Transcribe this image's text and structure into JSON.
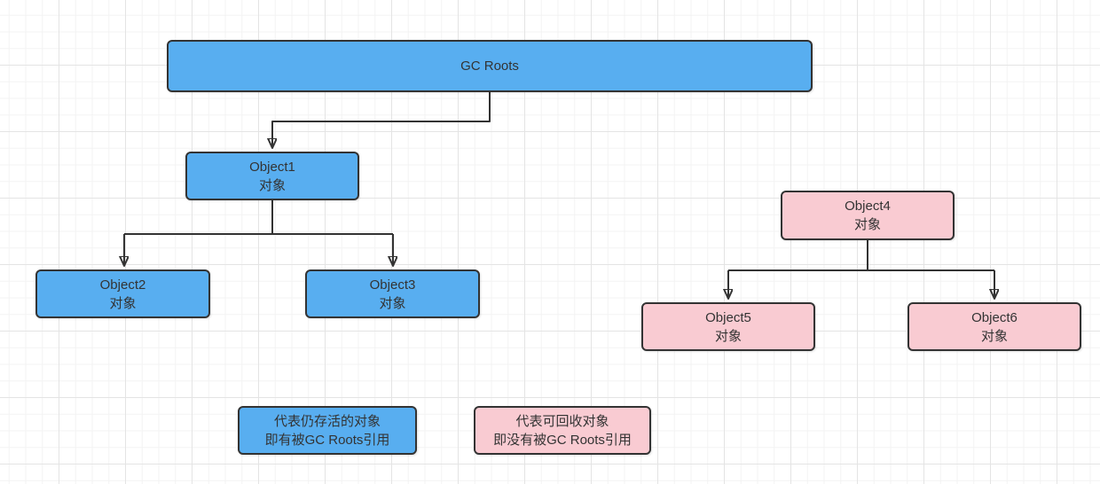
{
  "diagram": {
    "kind": "gc-reachability-flowchart",
    "colors": {
      "alive_fill": "#58AEF0",
      "recyclable_fill": "#F9CBD2",
      "border": "#333333",
      "connector": "#333333",
      "text": "#333333",
      "grid_minor": "#f3f3f3",
      "grid_major": "#e4e4e4",
      "background": "#ffffff"
    },
    "nodes": {
      "gc_roots": {
        "label": "GC Roots",
        "status": "alive"
      },
      "object1": {
        "label": "Object1",
        "sublabel": "对象",
        "status": "alive"
      },
      "object2": {
        "label": "Object2",
        "sublabel": "对象",
        "status": "alive"
      },
      "object3": {
        "label": "Object3",
        "sublabel": "对象",
        "status": "alive"
      },
      "object4": {
        "label": "Object4",
        "sublabel": "对象",
        "status": "recyclable"
      },
      "object5": {
        "label": "Object5",
        "sublabel": "对象",
        "status": "recyclable"
      },
      "object6": {
        "label": "Object6",
        "sublabel": "对象",
        "status": "recyclable"
      }
    },
    "edges": [
      {
        "from": "gc_roots",
        "to": "object1"
      },
      {
        "from": "object1",
        "to": "object2"
      },
      {
        "from": "object1",
        "to": "object3"
      },
      {
        "from": "object4",
        "to": "object5"
      },
      {
        "from": "object4",
        "to": "object6"
      }
    ],
    "legend": {
      "alive": {
        "line1": "代表仍存活的对象",
        "line2": "即有被GC Roots引用"
      },
      "recyclable": {
        "line1": "代表可回收对象",
        "line2": "即没有被GC Roots引用"
      }
    }
  }
}
